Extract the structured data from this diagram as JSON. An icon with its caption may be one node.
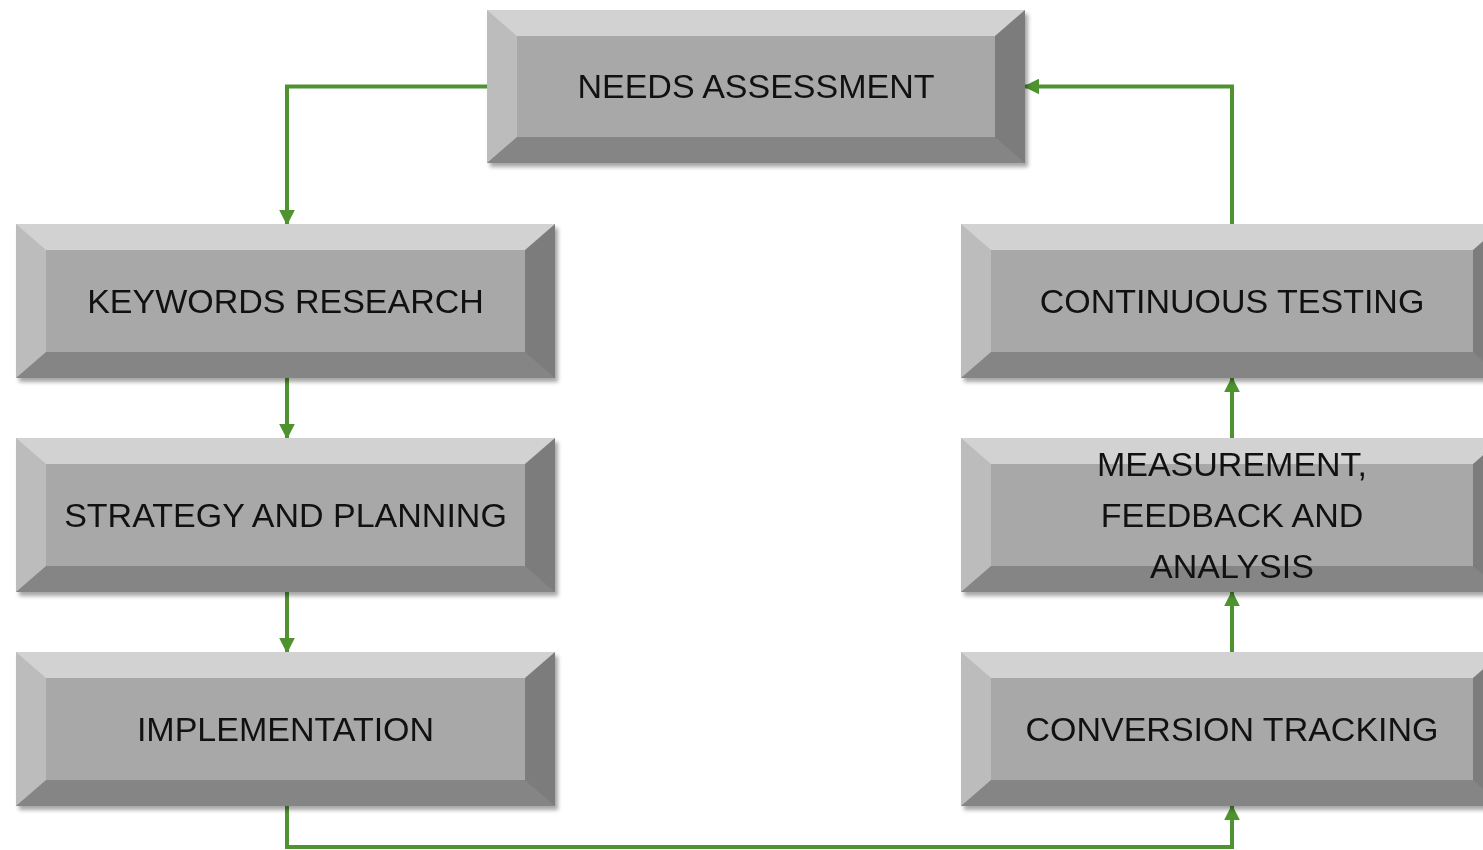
{
  "diagram": {
    "nodes": [
      {
        "text": [
          "NEEDS ASSESSMENT"
        ]
      },
      {
        "text": [
          "KEYWORDS RESEARCH"
        ]
      },
      {
        "text": [
          "STRATEGY AND PLANNING"
        ]
      },
      {
        "text": [
          "IMPLEMENTATION"
        ]
      },
      {
        "text": [
          "CONTINUOUS TESTING"
        ]
      },
      {
        "text": [
          "MEASUREMENT, FEEDBACK AND ANALYSIS"
        ]
      },
      {
        "text": [
          "CONVERSION TRACKING"
        ]
      }
    ],
    "edges": [
      {
        "from": 0,
        "to": 1,
        "arrow": "to"
      },
      {
        "from": 1,
        "to": 2,
        "arrow": "to"
      },
      {
        "from": 2,
        "to": 3,
        "arrow": "to"
      },
      {
        "from": 3,
        "to": 6,
        "arrow": "to"
      },
      {
        "from": 6,
        "to": 5,
        "arrow": "to"
      },
      {
        "from": 5,
        "to": 4,
        "arrow": "to"
      },
      {
        "from": 4,
        "to": 0,
        "arrow": "to"
      }
    ]
  }
}
